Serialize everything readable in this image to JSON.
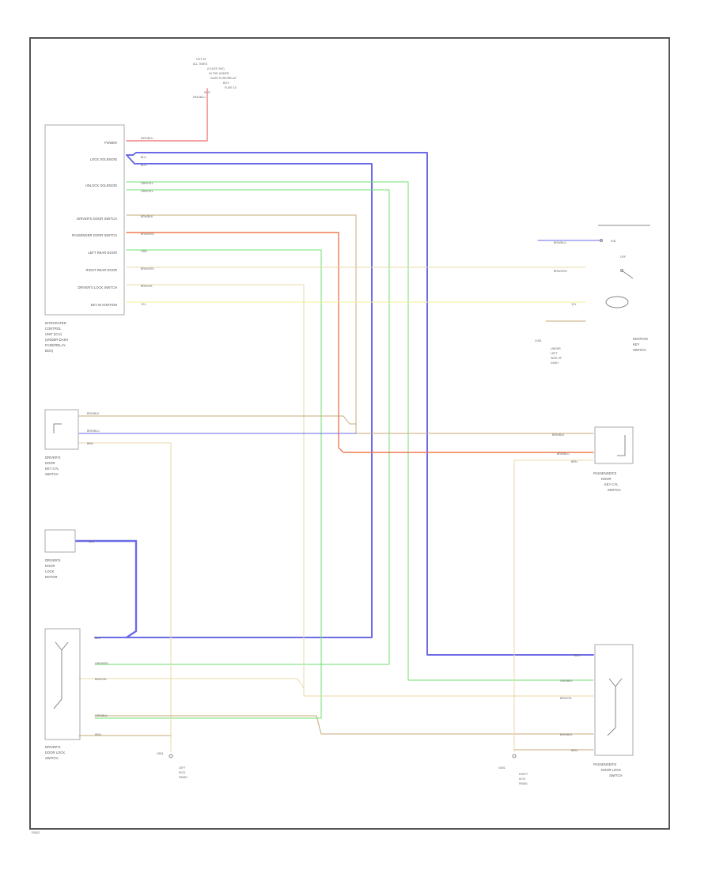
{
  "colors": {
    "red": "#f08080",
    "blue": "#6b6be8",
    "green": "#6fe06f",
    "brown": "#c8a878",
    "orange": "#f07a50",
    "tan": "#e8d8a8",
    "yellow": "#f0f090",
    "frame": "#555555"
  },
  "top_note": {
    "lines": [
      "HOT AT",
      "ALL TIMES",
      "(CLASS 'AN')",
      "IN THE UNDER",
      "DASH FUSE/RELAY",
      "BOX",
      "FUSE 15"
    ],
    "wire_code": "RED/BLU",
    "wire_code_2": "WHT"
  },
  "main_module": {
    "pins": [
      {
        "label": "POWER",
        "wire": "RED/BLU"
      },
      {
        "label": "LOCK SOLENOID",
        "wire": "BLU"
      },
      {
        "label": "UNLOCK SOLENOID",
        "wire": "BLU"
      },
      {
        "label": "DRIVER'S DOOR SWITCH",
        "wire": "GRN/YEL"
      },
      {
        "label": "PASSENGER DOOR SWITCH",
        "wire": "BRN/BLK"
      },
      {
        "label": "LEFT REAR DOOR",
        "wire": "GRN"
      },
      {
        "label": "RIGHT REAR DOOR",
        "wire": "BRN/ORG"
      },
      {
        "label": "DRIVER'S LOCK SWITCH",
        "wire": "BRN/YEL"
      },
      {
        "label": "KEY IN IGNITION",
        "wire": "YEL"
      }
    ],
    "caption": [
      "INTEGRATED",
      "CONTROL",
      "UNIT (ICU)",
      "(UNDER-DASH",
      "FUSE/RELAY",
      "BOX)"
    ]
  },
  "right_switch": {
    "wires": [
      "BRN/BLU",
      "BRN/ORG",
      "YEL"
    ],
    "caption": [
      "IGNITION",
      "KEY",
      "SWITCH"
    ],
    "legend_top": "IGN",
    "legend_mid": "OFF",
    "ground_label": "G401",
    "ground_caption": [
      "UNDER",
      "LEFT",
      "SIDE OF",
      "DASH"
    ]
  },
  "driver_cyl": {
    "wires": [
      "BRN/BLK",
      "BRN/BLU",
      "BRN"
    ],
    "caption": [
      "DRIVER'S",
      "DOOR",
      "KEY CYL",
      "SWITCH"
    ]
  },
  "pass_cyl": {
    "wires": [
      "BRN/BLK",
      "BRN/BLU",
      "BRN"
    ],
    "caption": [
      "PASSENGER'S",
      "DOOR",
      "KEY CYL",
      "SWITCH"
    ]
  },
  "lock_actuator": {
    "wire": "BLU",
    "caption": [
      "DRIVER'S",
      "DOOR",
      "LOCK",
      "MOTOR"
    ]
  },
  "driver_lock_switch": {
    "wires": [
      "BLU",
      "GRN/RED",
      "BRN/YEL",
      "GRN/BLK",
      "BRN"
    ],
    "caption": [
      "DRIVER'S",
      "DOOR LOCK",
      "SWITCH"
    ],
    "ground_label": "G501",
    "ground_caption": [
      "LEFT",
      "KICK",
      "PANEL"
    ]
  },
  "pass_lock_switch": {
    "wires": [
      "BLU",
      "GRN/BLK",
      "BRN/YEL",
      "BRN/BLK",
      "BRN"
    ],
    "caption": [
      "PASSENGER'S",
      "DOOR LOCK",
      "SWITCH"
    ],
    "ground_label": "G601",
    "ground_caption": [
      "RIGHT",
      "KICK",
      "PANEL"
    ]
  },
  "footer_code": "F5002"
}
